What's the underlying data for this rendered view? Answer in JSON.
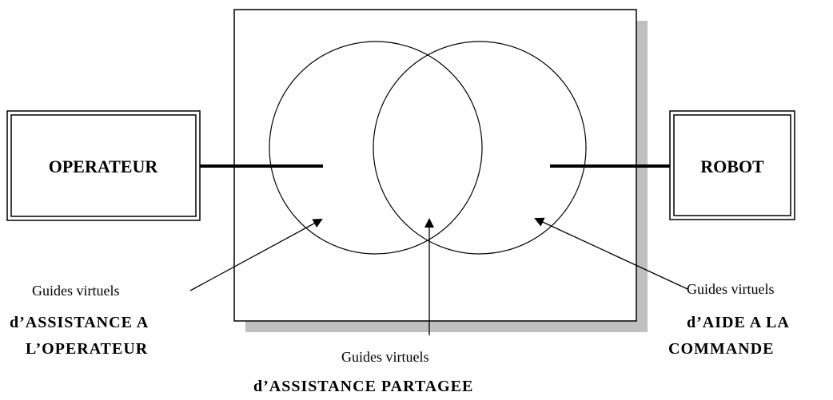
{
  "operator_box": {
    "label": "OPERATEUR"
  },
  "robot_box": {
    "label": "ROBOT"
  },
  "guides": {
    "left": {
      "line1": "Guides virtuels",
      "line2": "d’ASSISTANCE A",
      "line3": "L’OPERATEUR"
    },
    "center": {
      "line1": "Guides virtuels",
      "line2": "d’ASSISTANCE PARTAGEE"
    },
    "right": {
      "line1": "Guides virtuels",
      "line2": "d’AIDE A LA",
      "line3": "COMMANDE"
    }
  }
}
